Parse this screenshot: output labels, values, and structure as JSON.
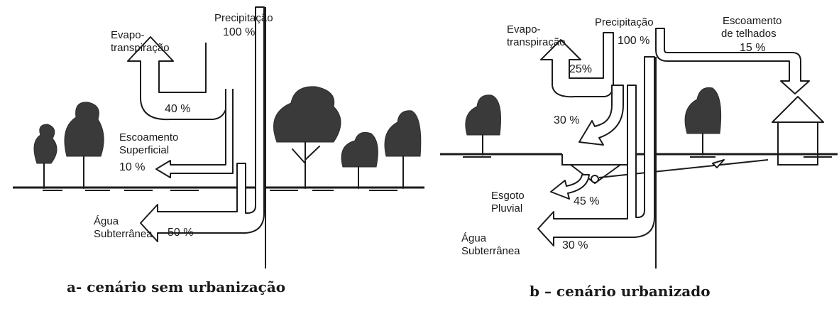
{
  "panel_a": {
    "precipitation_label": "Precipitação",
    "precipitation_value": "100 %",
    "evapo_line1": "Evapo-",
    "evapo_line2": "transpiração",
    "evapo_value": "40 %",
    "runoff_line1": "Escoamento",
    "runoff_line2": "Superficial",
    "runoff_value": "10 %",
    "ground_line1": "Água",
    "ground_line2": "Subterrânea",
    "ground_value": "50 %",
    "caption": "a- cenário sem urbanização"
  },
  "panel_b": {
    "precipitation_label": "Precipitação",
    "precipitation_value": "100 %",
    "evapo_line1": "Evapo-",
    "evapo_line2": "transpiração",
    "evapo_value": "25%",
    "roof_line1": "Escoamento",
    "roof_line2": "de telhados",
    "roof_value": "15 %",
    "inlet_value": "30 %",
    "sewer_line1": "Esgoto",
    "sewer_line2": "Pluvial",
    "sewer_value": "45 %",
    "ground_line1": "Água",
    "ground_line2": "Subterrânea",
    "ground_value": "30 %",
    "caption": "b – cenário urbanizado"
  }
}
